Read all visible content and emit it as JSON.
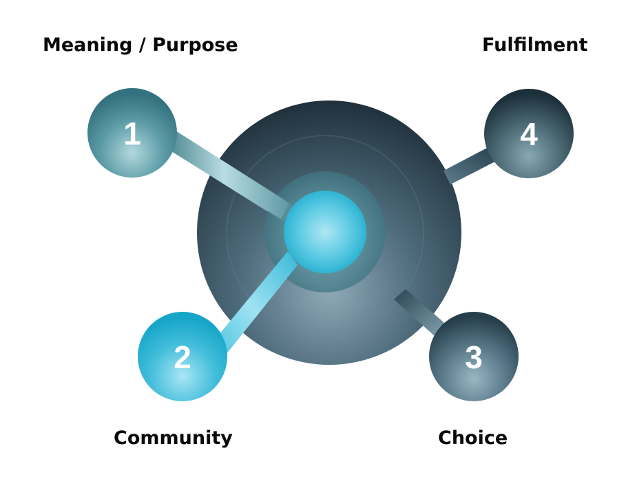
{
  "diagram": {
    "title": "",
    "nodes": [
      {
        "id": "1",
        "number": "1",
        "label": "Meaning / Purpose",
        "color": "#3f7e8a"
      },
      {
        "id": "2",
        "number": "2",
        "label": "Community",
        "color": "#29b3d3"
      },
      {
        "id": "3",
        "number": "3",
        "label": "Choice",
        "color": "#3d5a6a"
      },
      {
        "id": "4",
        "number": "4",
        "label": "Fulfilment",
        "color": "#2a4756"
      }
    ],
    "hub": {
      "color": "#2c4452",
      "core_color": "#4cc7e2"
    },
    "connections": [
      {
        "from": "hub",
        "to": "1"
      },
      {
        "from": "hub",
        "to": "2"
      },
      {
        "from": "hub",
        "to": "3"
      },
      {
        "from": "hub",
        "to": "4"
      }
    ]
  }
}
